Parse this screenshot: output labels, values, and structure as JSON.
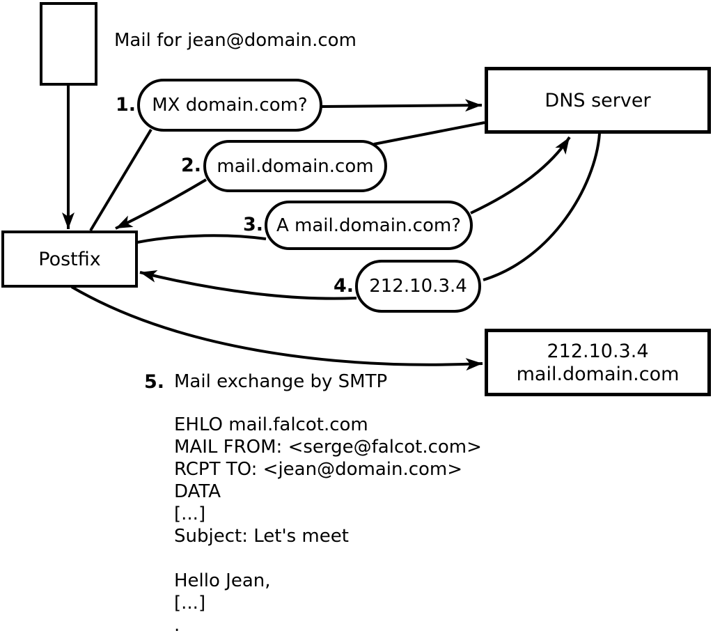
{
  "note": "Mail for jean@domain.com",
  "nodes": {
    "postfix": "Postfix",
    "dns_server": "DNS server",
    "mail_server": {
      "ip": "212.10.3.4",
      "hostname": "mail.domain.com"
    }
  },
  "steps": [
    {
      "num": "1.",
      "label": "MX domain.com?"
    },
    {
      "num": "2.",
      "label": "mail.domain.com"
    },
    {
      "num": "3.",
      "label": "A mail.domain.com?"
    },
    {
      "num": "4.",
      "label": "212.10.3.4"
    },
    {
      "num": "5.",
      "label": "Mail exchange by SMTP"
    }
  ],
  "smtp_session": [
    "EHLO mail.falcot.com",
    "MAIL FROM: <serge@falcot.com>",
    "RCPT TO: <jean@domain.com>",
    "DATA",
    "[...]",
    "Subject: Let's meet",
    "",
    "Hello Jean,",
    "[...]",
    "."
  ],
  "colors": {
    "stroke": "#000000",
    "background": "#ffffff"
  }
}
